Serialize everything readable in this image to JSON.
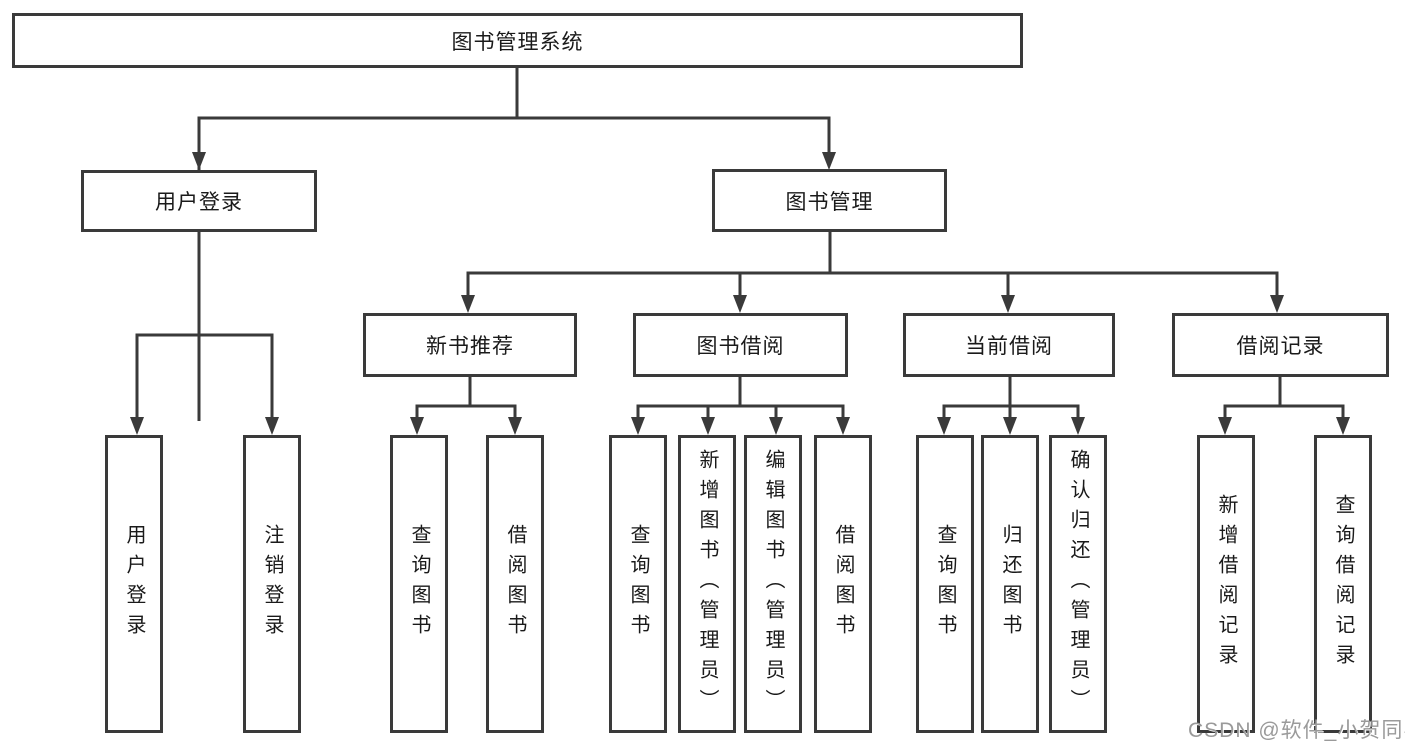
{
  "colors": {
    "line": "#3a3a3a",
    "text": "#1a1a1a",
    "watermark": "#9a9a9a",
    "background": "#ffffff"
  },
  "watermark": {
    "text": "CSDN @软件_小贺同学"
  },
  "tree": {
    "label": "图书管理系统",
    "children": [
      {
        "label": "用户登录",
        "children": [
          {
            "label": "用户登录"
          },
          {
            "label": "注销登录"
          }
        ]
      },
      {
        "label": "图书管理",
        "children": [
          {
            "label": "新书推荐",
            "children": [
              {
                "label": "查询图书"
              },
              {
                "label": "借阅图书"
              }
            ]
          },
          {
            "label": "图书借阅",
            "children": [
              {
                "label": "查询图书"
              },
              {
                "label": "新增图书（管理员）"
              },
              {
                "label": "编辑图书（管理员）"
              },
              {
                "label": "借阅图书"
              }
            ]
          },
          {
            "label": "当前借阅",
            "children": [
              {
                "label": "查询图书"
              },
              {
                "label": "归还图书"
              },
              {
                "label": "确认归还（管理员）"
              }
            ]
          },
          {
            "label": "借阅记录",
            "children": [
              {
                "label": "新增借阅记录"
              },
              {
                "label": "查询借阅记录"
              }
            ]
          }
        ]
      }
    ]
  }
}
